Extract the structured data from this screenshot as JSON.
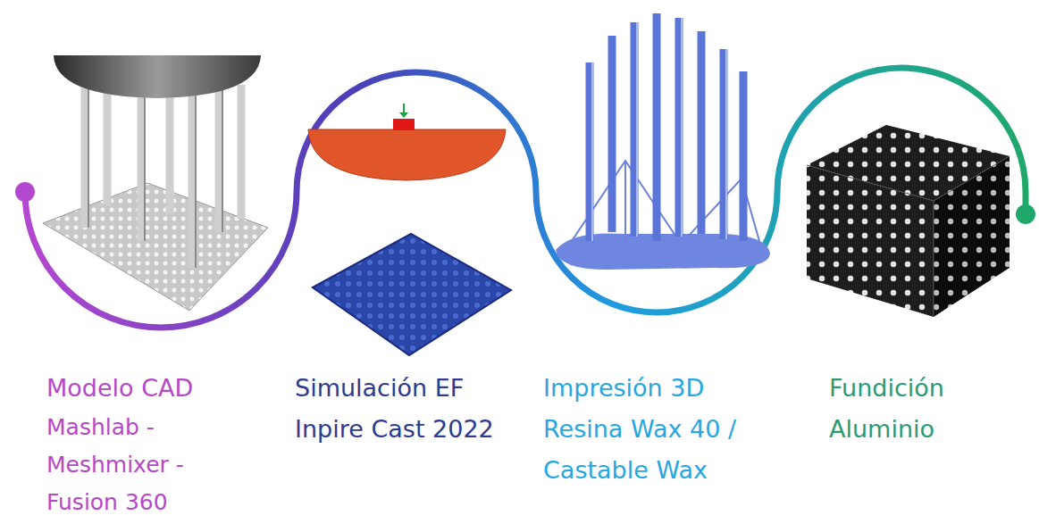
{
  "diagram": {
    "labels": [
      "Modelo CAD",
      "Mashlab - Meshmixer - Fusion 360",
      "Simulación EF",
      "Inpire Cast 2022",
      "Impresión 3D",
      "Resina Wax 40 / Castable Wax",
      "Fundición",
      "Aluminio"
    ]
  }
}
